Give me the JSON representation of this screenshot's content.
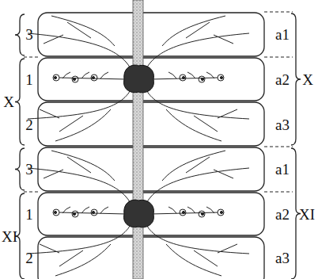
{
  "diagram": {
    "labels": [
      "3",
      "a1",
      "1",
      "a2",
      "X",
      "X",
      "2",
      "a3",
      "3",
      "a1",
      "1",
      "a2",
      "XI",
      "XI",
      "2",
      "a3"
    ]
  }
}
